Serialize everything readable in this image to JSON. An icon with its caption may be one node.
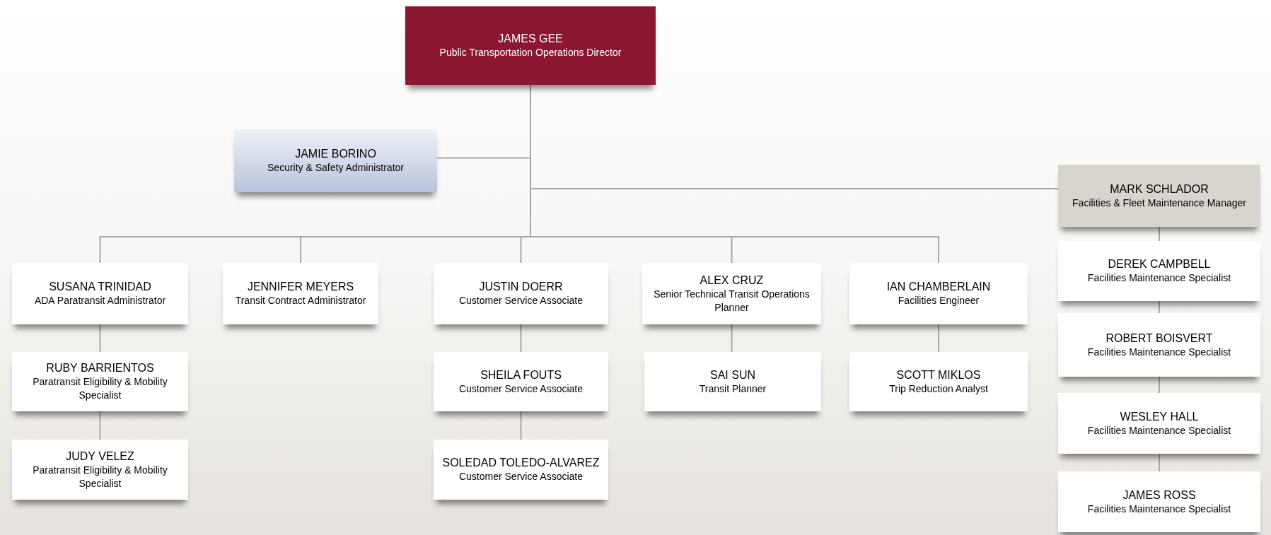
{
  "diagram": {
    "nodes": [
      {
        "text": [
          "JAMES GEE",
          "Public Transportation Operations Director"
        ]
      },
      {
        "text": [
          "JAMIE BORINO",
          "Security & Safety Administrator"
        ]
      },
      {
        "text": [
          "MARK SCHLADOR",
          "Facilities & Fleet Maintenance Manager"
        ]
      },
      {
        "text": [
          "SUSANA TRINIDAD",
          "ADA Paratransit Administrator"
        ]
      },
      {
        "text": [
          "JENNIFER MEYERS",
          "Transit Contract Administrator"
        ]
      },
      {
        "text": [
          "JUSTIN DOERR",
          "Customer Service Associate"
        ]
      },
      {
        "text": [
          "ALEX CRUZ",
          "Senior Technical Transit Operations Planner"
        ]
      },
      {
        "text": [
          "IAN CHAMBERLAIN",
          "Facilities Engineer"
        ]
      },
      {
        "text": [
          "DEREK CAMPBELL",
          "Facilities Maintenance Specialist"
        ]
      },
      {
        "text": [
          "RUBY BARRIENTOS",
          "Paratransit Eligibility & Mobility Specialist"
        ]
      },
      {
        "text": [
          "SHEILA FOUTS",
          "Customer Service Associate"
        ]
      },
      {
        "text": [
          "SAI SUN",
          "Transit Planner"
        ]
      },
      {
        "text": [
          "SCOTT MIKLOS",
          "Trip Reduction Analyst"
        ]
      },
      {
        "text": [
          "ROBERT BOISVERT",
          "Facilities Maintenance Specialist"
        ]
      },
      {
        "text": [
          "JUDY VELEZ",
          "Paratransit Eligibility & Mobility Specialist"
        ]
      },
      {
        "text": [
          "SOLEDAD TOLEDO-ALVAREZ",
          "Customer Service Associate"
        ]
      },
      {
        "text": [
          "WESLEY HALL",
          "Facilities Maintenance Specialist"
        ]
      },
      {
        "text": [
          "JAMES ROSS",
          "Facilities Maintenance Specialist"
        ]
      }
    ],
    "edges": [
      {
        "from": 0,
        "to": 1,
        "arrow": "none"
      },
      {
        "from": 0,
        "to": 2,
        "arrow": "none"
      },
      {
        "from": 0,
        "to": 3,
        "arrow": "none"
      },
      {
        "from": 0,
        "to": 4,
        "arrow": "none"
      },
      {
        "from": 0,
        "to": 5,
        "arrow": "none"
      },
      {
        "from": 0,
        "to": 6,
        "arrow": "none"
      },
      {
        "from": 0,
        "to": 7,
        "arrow": "none"
      },
      {
        "from": 3,
        "to": 9,
        "arrow": "none"
      },
      {
        "from": 9,
        "to": 14,
        "arrow": "none"
      },
      {
        "from": 5,
        "to": 10,
        "arrow": "none"
      },
      {
        "from": 10,
        "to": 15,
        "arrow": "none"
      },
      {
        "from": 6,
        "to": 11,
        "arrow": "none"
      },
      {
        "from": 7,
        "to": 12,
        "arrow": "none"
      },
      {
        "from": 2,
        "to": 8,
        "arrow": "none"
      },
      {
        "from": 8,
        "to": 13,
        "arrow": "none"
      },
      {
        "from": 13,
        "to": 16,
        "arrow": "none"
      },
      {
        "from": 16,
        "to": 17,
        "arrow": "none"
      }
    ]
  }
}
